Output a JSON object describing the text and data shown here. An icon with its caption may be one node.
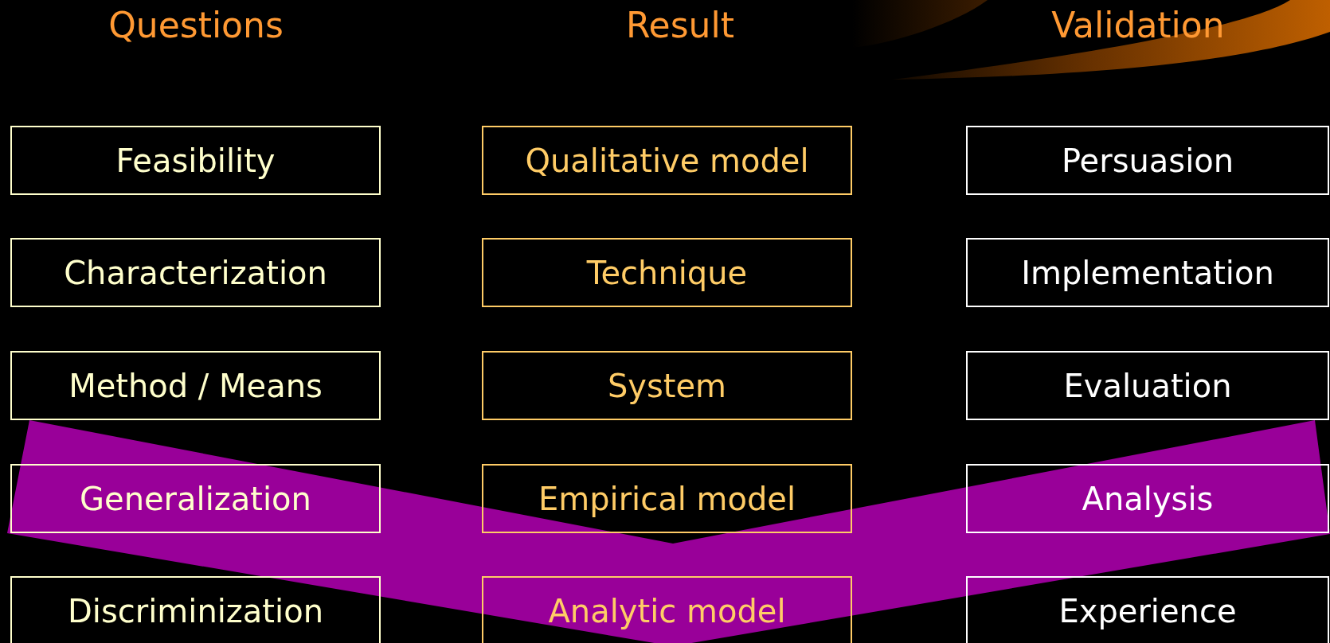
{
  "diagram": {
    "nodes": [
      {
        "text": [
          "Feasibility"
        ]
      },
      {
        "text": [
          "Qualitative model"
        ]
      },
      {
        "text": [
          "Persuasion"
        ]
      },
      {
        "text": [
          "Characterization"
        ]
      },
      {
        "text": [
          "Technique"
        ]
      },
      {
        "text": [
          "Implementation"
        ]
      },
      {
        "text": [
          "Method / Means"
        ]
      },
      {
        "text": [
          "System"
        ]
      },
      {
        "text": [
          "Evaluation"
        ]
      },
      {
        "text": [
          "Generalization"
        ]
      },
      {
        "text": [
          "Empirical model"
        ]
      },
      {
        "text": [
          "Analysis"
        ]
      },
      {
        "text": [
          "Discriminization"
        ]
      },
      {
        "text": [
          "Analytic model"
        ]
      },
      {
        "text": [
          "Experience"
        ]
      }
    ],
    "labels": [
      "Questions",
      "Result",
      "Validation"
    ]
  }
}
